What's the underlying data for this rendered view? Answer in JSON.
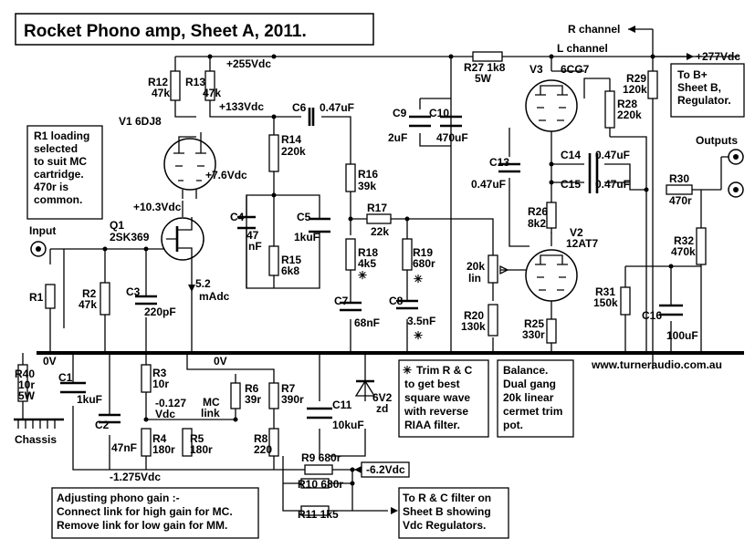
{
  "title": "Rocket Phono amp, Sheet A, 2011.",
  "website": "www.turneraudio.com.au",
  "rails": {
    "v277": "+277Vdc",
    "v255": "+255Vdc",
    "v133": "+133Vdc",
    "v7_6": "+7.6Vdc",
    "v10_3": "+10.3Vdc",
    "vneg6_2": "-6.2Vdc",
    "vneg0_127": "-0.127",
    "vdc": "Vdc",
    "vneg1_275": "-1.275Vdc",
    "zero_left": "0V",
    "zero_mid": "0V",
    "ma_value": "5.2",
    "ma_unit": "mAdc"
  },
  "channels": {
    "r": "R channel",
    "l": "L channel"
  },
  "labels": {
    "input": "Input",
    "outputs": "Outputs",
    "chassis": "Chassis",
    "mc": "MC",
    "link": "link"
  },
  "parts": {
    "r12": [
      "R12",
      "47k"
    ],
    "r13": [
      "R13",
      "47k"
    ],
    "v1": "V1 6DJ8",
    "c6": "C6",
    "c6v": "0.47uF",
    "r14": [
      "R14",
      "220k"
    ],
    "r16": [
      "R16",
      "39k"
    ],
    "r17": [
      "R17",
      "22k"
    ],
    "r18": [
      "R18",
      "4k5"
    ],
    "r19": [
      "R19",
      "680r"
    ],
    "c4": [
      "C4",
      "47",
      "nF"
    ],
    "c5": [
      "C5",
      "1kuF"
    ],
    "r15": [
      "R15",
      "6k8"
    ],
    "c7": [
      "C7",
      "68nF"
    ],
    "c8": [
      "C8",
      "3.5nF"
    ],
    "q1": [
      "Q1",
      "2SK369"
    ],
    "r1": "R1",
    "r2": [
      "R2",
      "47k"
    ],
    "c3": [
      "C3",
      "220pF"
    ],
    "c9": [
      "C9",
      "2uF"
    ],
    "c10": [
      "C10",
      "470uF"
    ],
    "r27": [
      "R27 1k8",
      "5W"
    ],
    "v3": "V3",
    "v3t": "6CG7",
    "r28": [
      "R28",
      "220k"
    ],
    "r29": [
      "R29",
      "120k"
    ],
    "c13": [
      "C13",
      "0.47uF"
    ],
    "c14": [
      "C14",
      "0.47uF"
    ],
    "c15": [
      "C15",
      "0.47uF"
    ],
    "r30": [
      "R30",
      "470r"
    ],
    "r26": [
      "R26",
      "8k2"
    ],
    "v2": [
      "V2",
      "12AT7"
    ],
    "pot": [
      "20k",
      "lin"
    ],
    "r20": [
      "R20",
      "130k"
    ],
    "r25": [
      "R25",
      "330r"
    ],
    "r31": [
      "R31",
      "150k"
    ],
    "r32": [
      "R32",
      "470k"
    ],
    "c16": [
      "C16",
      "100uF"
    ],
    "r40": [
      "R40",
      "10r",
      "5W"
    ],
    "c1": [
      "C1",
      "1kuF"
    ],
    "c2": [
      "C2",
      "47nF"
    ],
    "r3": [
      "R3",
      "10r"
    ],
    "r4": [
      "R4",
      "180r"
    ],
    "r5": [
      "R5",
      "180r"
    ],
    "r6": [
      "R6",
      "39r"
    ],
    "r7": [
      "R7",
      "390r"
    ],
    "r8": [
      "R8",
      "220"
    ],
    "c11": [
      "C11",
      "10kuF"
    ],
    "zd": [
      "6V2",
      "zd"
    ],
    "r9": "R9 680r",
    "r10": "R10 680r",
    "r11": "R11 1k5"
  },
  "notes": {
    "r1_loading": [
      "R1 loading",
      "selected",
      "to suit MC",
      "cartridge.",
      "470r is",
      "common."
    ],
    "to_b": [
      "To B+",
      "Sheet B,",
      "Regulator."
    ],
    "trim": [
      "Trim R & C",
      "to get best",
      "square wave",
      "with reverse",
      "RIAA filter."
    ],
    "balance": [
      "Balance.",
      "Dual gang",
      "20k linear",
      "cermet trim",
      "pot."
    ],
    "gain": [
      "Adjusting phono gain :-",
      "Connect link for high gain for MC.",
      "Remove link for low gain for MM."
    ],
    "filter": [
      "To R & C filter on",
      "Sheet B showing",
      "Vdc Regulators."
    ]
  }
}
